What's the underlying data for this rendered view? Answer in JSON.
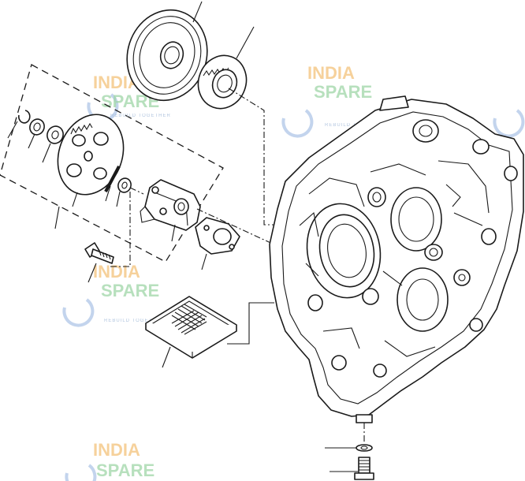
{
  "watermark": {
    "line1": "INDIA",
    "line2": "SPARE",
    "tagline": "REBUILD TOGETHER",
    "colors": {
      "india": "#f3c27a",
      "spare": "#9fd6a8",
      "icon": "#a9c2e6"
    },
    "icon": "wrench-logo-icon"
  },
  "diagram": {
    "style": "exploded-parts-view",
    "line_color": "#1a1a1a",
    "background": "#ffffff"
  }
}
